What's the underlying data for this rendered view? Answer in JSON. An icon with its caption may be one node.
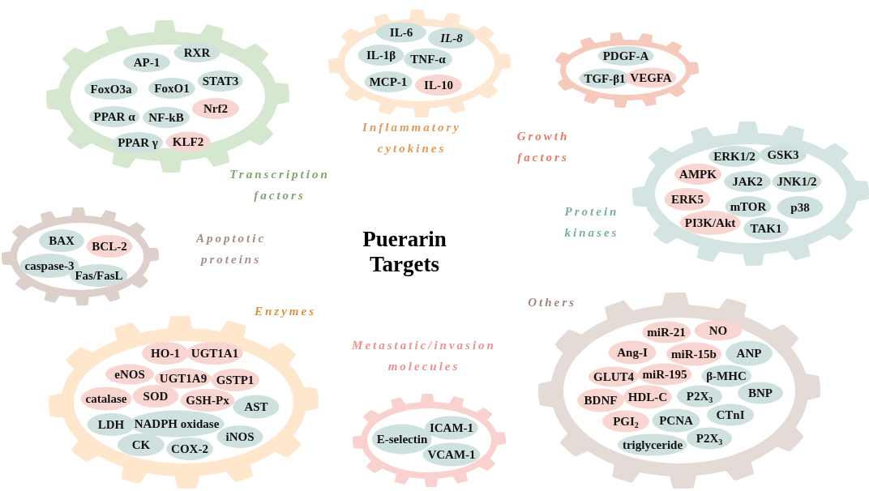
{
  "diagram": {
    "title": "Puerarin Targets",
    "nodes": [
      {
        "text": [
          "Transcription factors"
        ]
      },
      {
        "text": [
          "AP-1"
        ],
        "in": 0
      },
      {
        "text": [
          "RXR"
        ],
        "in": 0
      },
      {
        "text": [
          "FoxO3a"
        ],
        "in": 0
      },
      {
        "text": [
          "FoxO1"
        ],
        "in": 0
      },
      {
        "text": [
          "STAT3"
        ],
        "in": 0
      },
      {
        "text": [
          "Nrf2"
        ],
        "in": 0
      },
      {
        "text": [
          "PPAR α"
        ],
        "in": 0
      },
      {
        "text": [
          "NF-kB"
        ],
        "in": 0
      },
      {
        "text": [
          "PPAR γ"
        ],
        "in": 0
      },
      {
        "text": [
          "KLF2"
        ],
        "in": 0
      },
      {
        "text": [
          "Inflammatory cytokines"
        ]
      },
      {
        "text": [
          "IL-6"
        ],
        "in": 11
      },
      {
        "text": [
          "IL-8"
        ],
        "in": 11
      },
      {
        "text": [
          "IL-1β"
        ],
        "in": 11
      },
      {
        "text": [
          "TNF-α"
        ],
        "in": 11
      },
      {
        "text": [
          "MCP-1"
        ],
        "in": 11
      },
      {
        "text": [
          "IL-10"
        ],
        "in": 11
      },
      {
        "text": [
          "Growth factors"
        ]
      },
      {
        "text": [
          "PDGF-A"
        ],
        "in": 18
      },
      {
        "text": [
          "TGF-β1"
        ],
        "in": 18
      },
      {
        "text": [
          "VEGFA"
        ],
        "in": 18
      },
      {
        "text": [
          "Protein kinases"
        ]
      },
      {
        "text": [
          "ERK1/2"
        ],
        "in": 22
      },
      {
        "text": [
          "GSK3"
        ],
        "in": 22
      },
      {
        "text": [
          "AMPK"
        ],
        "in": 22
      },
      {
        "text": [
          "JAK2"
        ],
        "in": 22
      },
      {
        "text": [
          "JNK1/2"
        ],
        "in": 22
      },
      {
        "text": [
          "ERK5"
        ],
        "in": 22
      },
      {
        "text": [
          "mTOR"
        ],
        "in": 22
      },
      {
        "text": [
          "p38"
        ],
        "in": 22
      },
      {
        "text": [
          "PI3K/Akt"
        ],
        "in": 22
      },
      {
        "text": [
          "TAK1"
        ],
        "in": 22
      },
      {
        "text": [
          "Apoptotic proteins"
        ]
      },
      {
        "text": [
          "BAX"
        ],
        "in": 33
      },
      {
        "text": [
          "BCL-2"
        ],
        "in": 33
      },
      {
        "text": [
          "caspase-3"
        ],
        "in": 33
      },
      {
        "text": [
          "Fas/FasL"
        ],
        "in": 33
      },
      {
        "text": [
          "Enzymes"
        ]
      },
      {
        "text": [
          "HO-1"
        ],
        "in": 38
      },
      {
        "text": [
          "UGT1A1"
        ],
        "in": 38
      },
      {
        "text": [
          "eNOS"
        ],
        "in": 38
      },
      {
        "text": [
          "UGT1A9"
        ],
        "in": 38
      },
      {
        "text": [
          "GSTP1"
        ],
        "in": 38
      },
      {
        "text": [
          "catalase"
        ],
        "in": 38
      },
      {
        "text": [
          "SOD"
        ],
        "in": 38
      },
      {
        "text": [
          "GSH-Px"
        ],
        "in": 38
      },
      {
        "text": [
          "AST"
        ],
        "in": 38
      },
      {
        "text": [
          "LDH"
        ],
        "in": 38
      },
      {
        "text": [
          "NADPH oxidase"
        ],
        "in": 38
      },
      {
        "text": [
          "iNOS"
        ],
        "in": 38
      },
      {
        "text": [
          "CK"
        ],
        "in": 38
      },
      {
        "text": [
          "COX-2"
        ],
        "in": 38
      },
      {
        "text": [
          "Metastatic/invasion molecules"
        ]
      },
      {
        "text": [
          "E-selectin"
        ],
        "in": 53
      },
      {
        "text": [
          "ICAM-1"
        ],
        "in": 53
      },
      {
        "text": [
          "VCAM-1"
        ],
        "in": 53
      },
      {
        "text": [
          "Others"
        ]
      },
      {
        "text": [
          "miR-21"
        ],
        "in": 57
      },
      {
        "text": [
          "NO"
        ],
        "in": 57
      },
      {
        "text": [
          "Ang-I"
        ],
        "in": 57
      },
      {
        "text": [
          "miR-15b"
        ],
        "in": 57
      },
      {
        "text": [
          "ANP"
        ],
        "in": 57
      },
      {
        "text": [
          "GLUT4"
        ],
        "in": 57
      },
      {
        "text": [
          "miR-195"
        ],
        "in": 57
      },
      {
        "text": [
          "β-MHC"
        ],
        "in": 57
      },
      {
        "text": [
          "BDNF"
        ],
        "in": 57
      },
      {
        "text": [
          "HDL-C"
        ],
        "in": 57
      },
      {
        "text": [
          "P2X$_{3}$"
        ],
        "in": 57
      },
      {
        "text": [
          "BNP"
        ],
        "in": 57
      },
      {
        "text": [
          "PGI$_{2}$"
        ],
        "in": 57
      },
      {
        "text": [
          "PCNA"
        ],
        "in": 57
      },
      {
        "text": [
          "CTnI"
        ],
        "in": 57
      },
      {
        "text": [
          "triglyceride"
        ],
        "in": 57
      },
      {
        "text": [
          "P2X$_{3}$"
        ],
        "in": 57
      }
    ]
  }
}
